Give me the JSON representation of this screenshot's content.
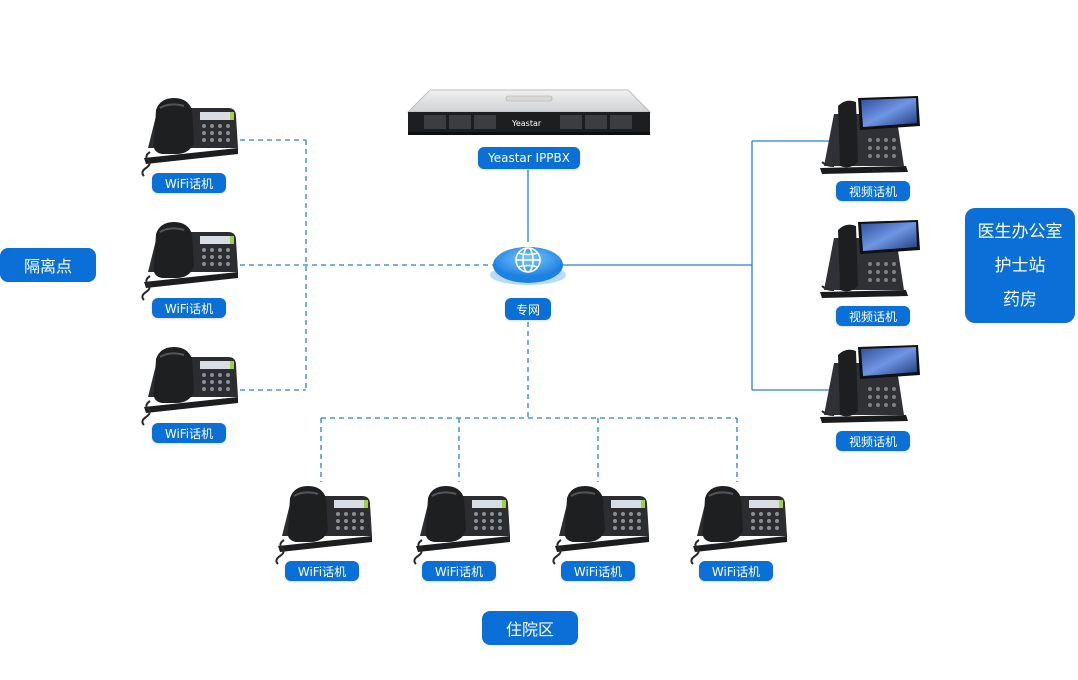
{
  "server": {
    "label": "Yeastar IPPBX",
    "brand": "Yeastar"
  },
  "network": {
    "label": "专网",
    "icon": "globe-icon"
  },
  "isolation_zone": {
    "label": "隔离点",
    "phones": [
      "WiFi话机",
      "WiFi话机",
      "WiFi话机"
    ]
  },
  "inpatient_zone": {
    "label": "住院区",
    "phones": [
      "WiFi话机",
      "WiFi话机",
      "WiFi话机",
      "WiFi话机"
    ]
  },
  "office_zone": {
    "labels": [
      "医生办公室",
      "护士站",
      "药房"
    ],
    "phones": [
      "视频话机",
      "视频话机",
      "视频话机"
    ]
  },
  "colors": {
    "accent": "#0a6fd6",
    "line": "#2a7fd0",
    "phone_body": "#2b2d30"
  }
}
